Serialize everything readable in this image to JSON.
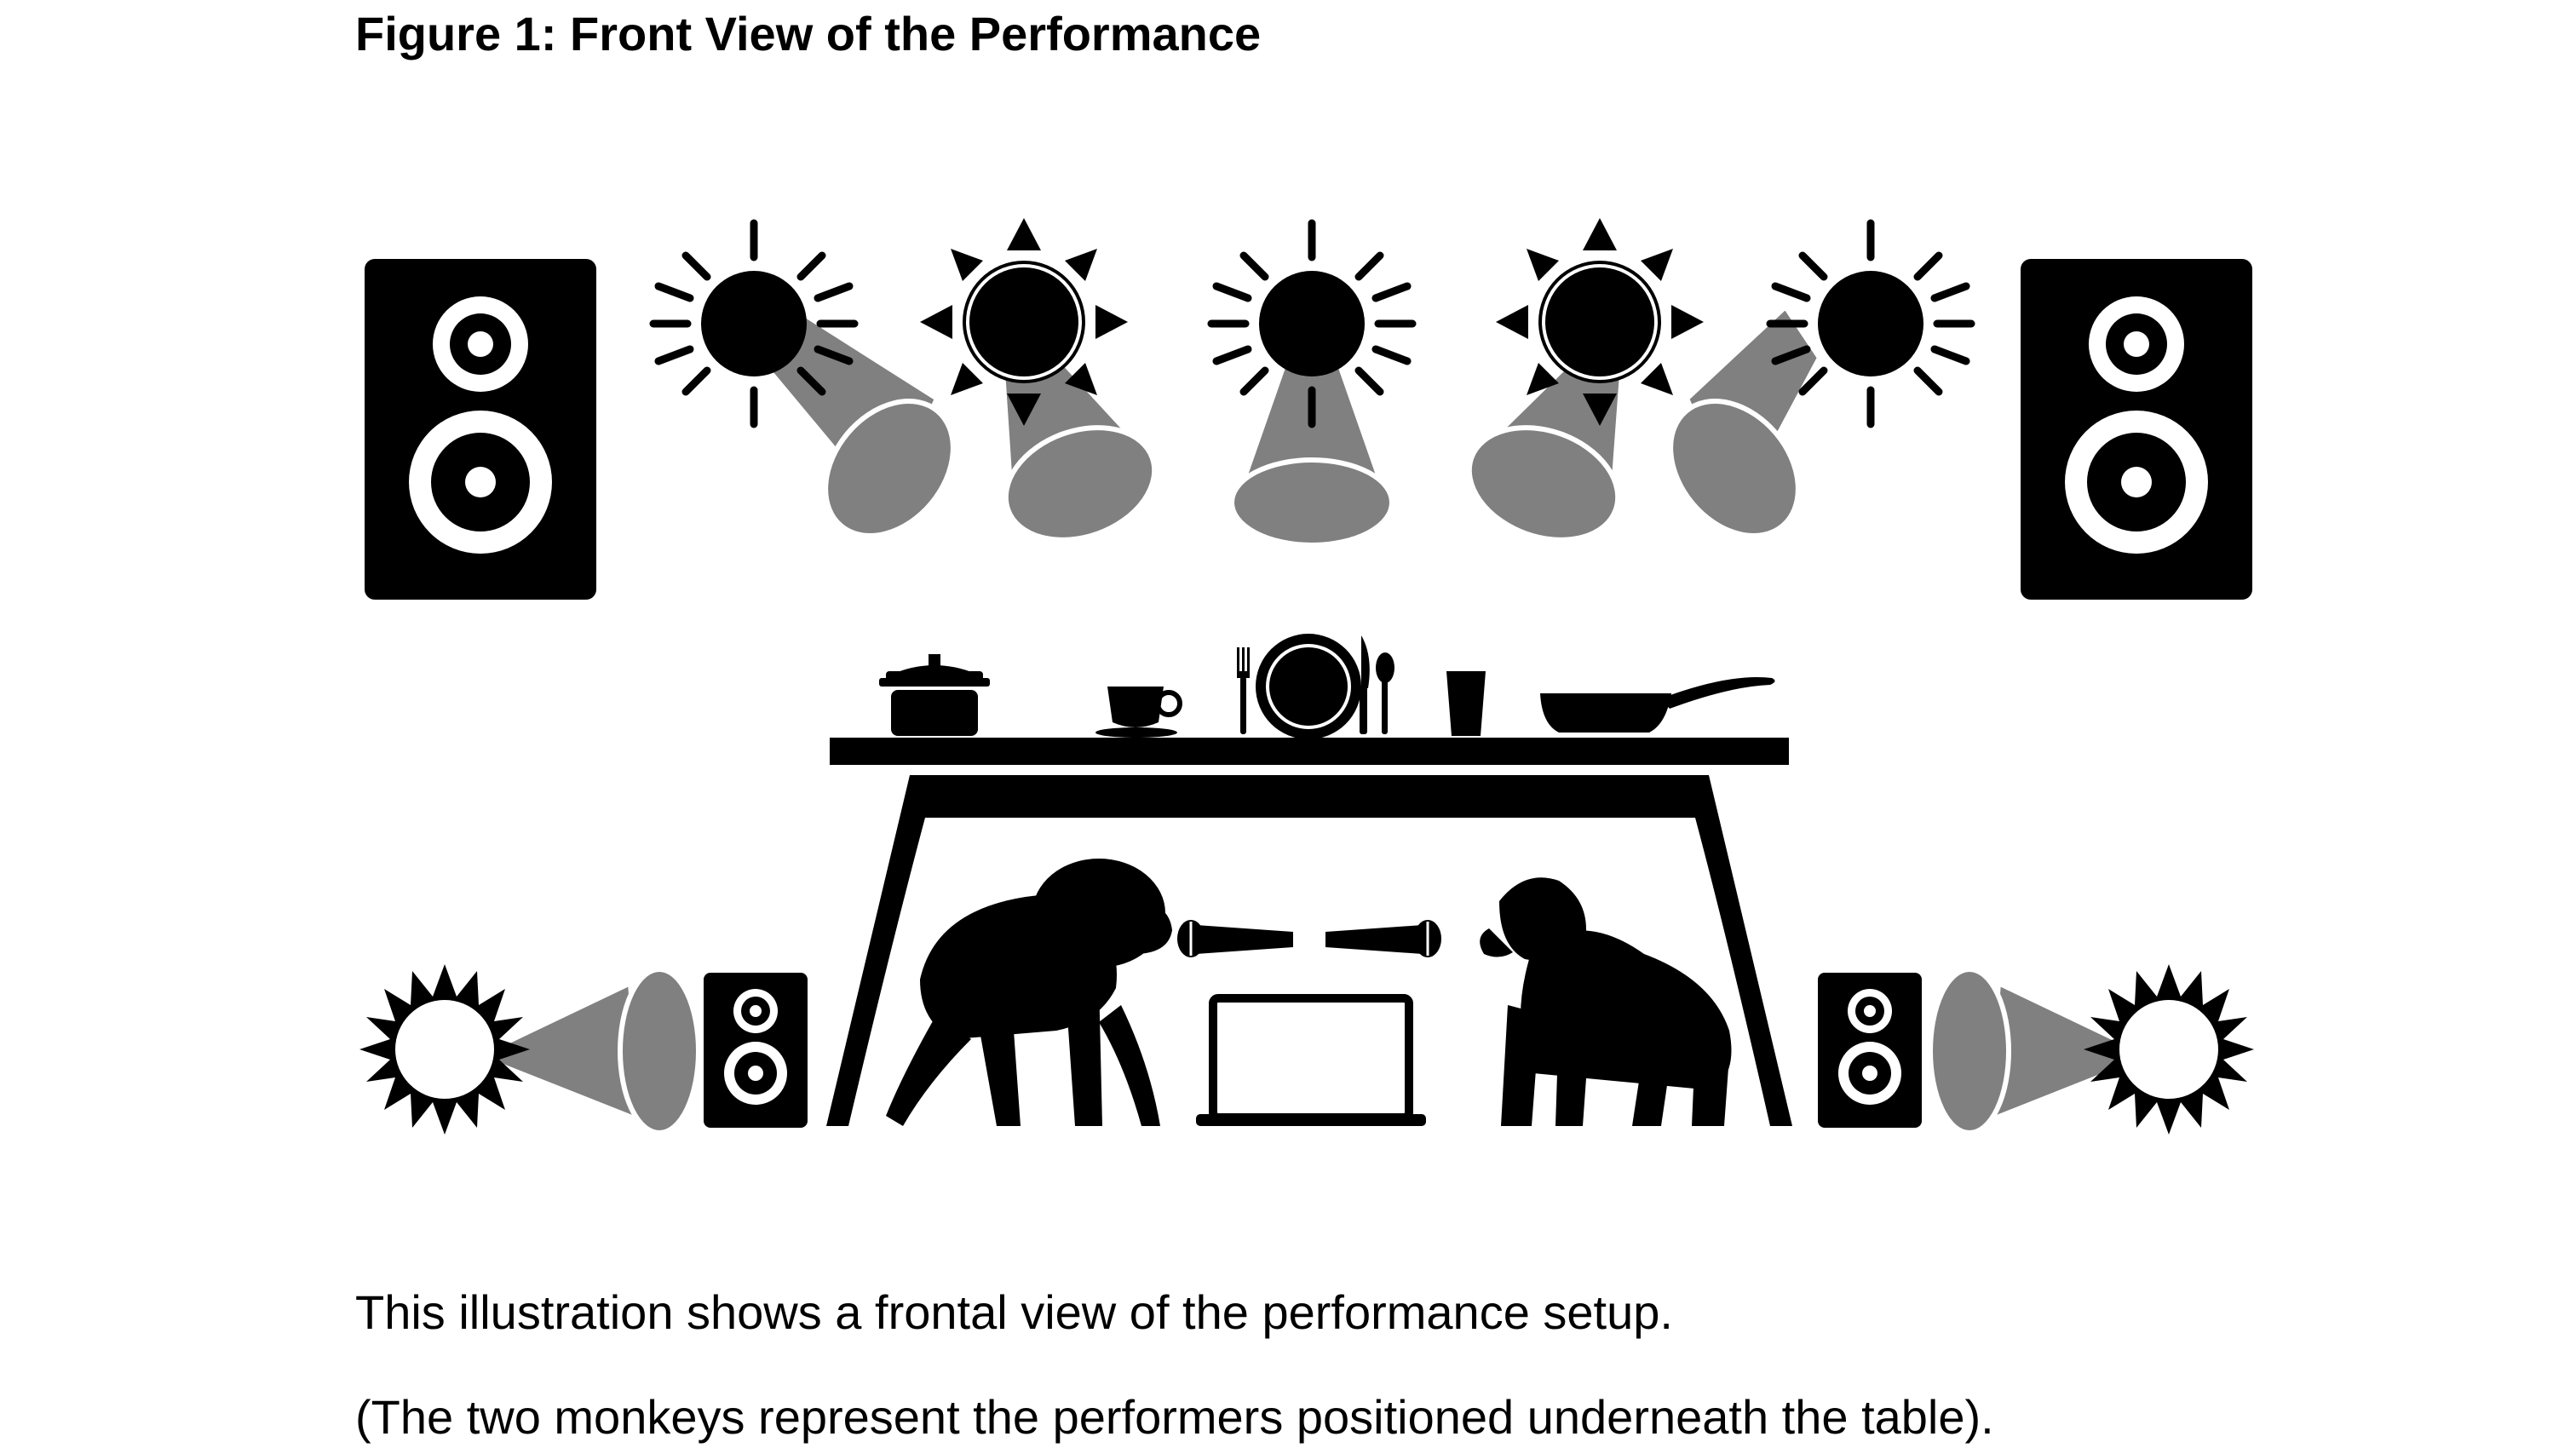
{
  "figure": {
    "title": "Figure 1: Front View of the Performance"
  },
  "caption": {
    "line1": "This illustration shows a frontal view of the performance setup.",
    "line2": "(The two monkeys represent the performers positioned underneath the table)."
  },
  "colors": {
    "ink": "#000000",
    "beam": "#808080",
    "background": "#ffffff"
  },
  "icons": [
    "speaker-icon",
    "spotlight-icon",
    "pot-icon",
    "cup-icon",
    "plate-icon",
    "fork-icon",
    "knife-icon",
    "spoon-icon",
    "glass-icon",
    "frying-pan-icon",
    "table-icon",
    "chimpanzee-icon",
    "gorilla-icon",
    "microphone-icon",
    "laptop-icon"
  ]
}
